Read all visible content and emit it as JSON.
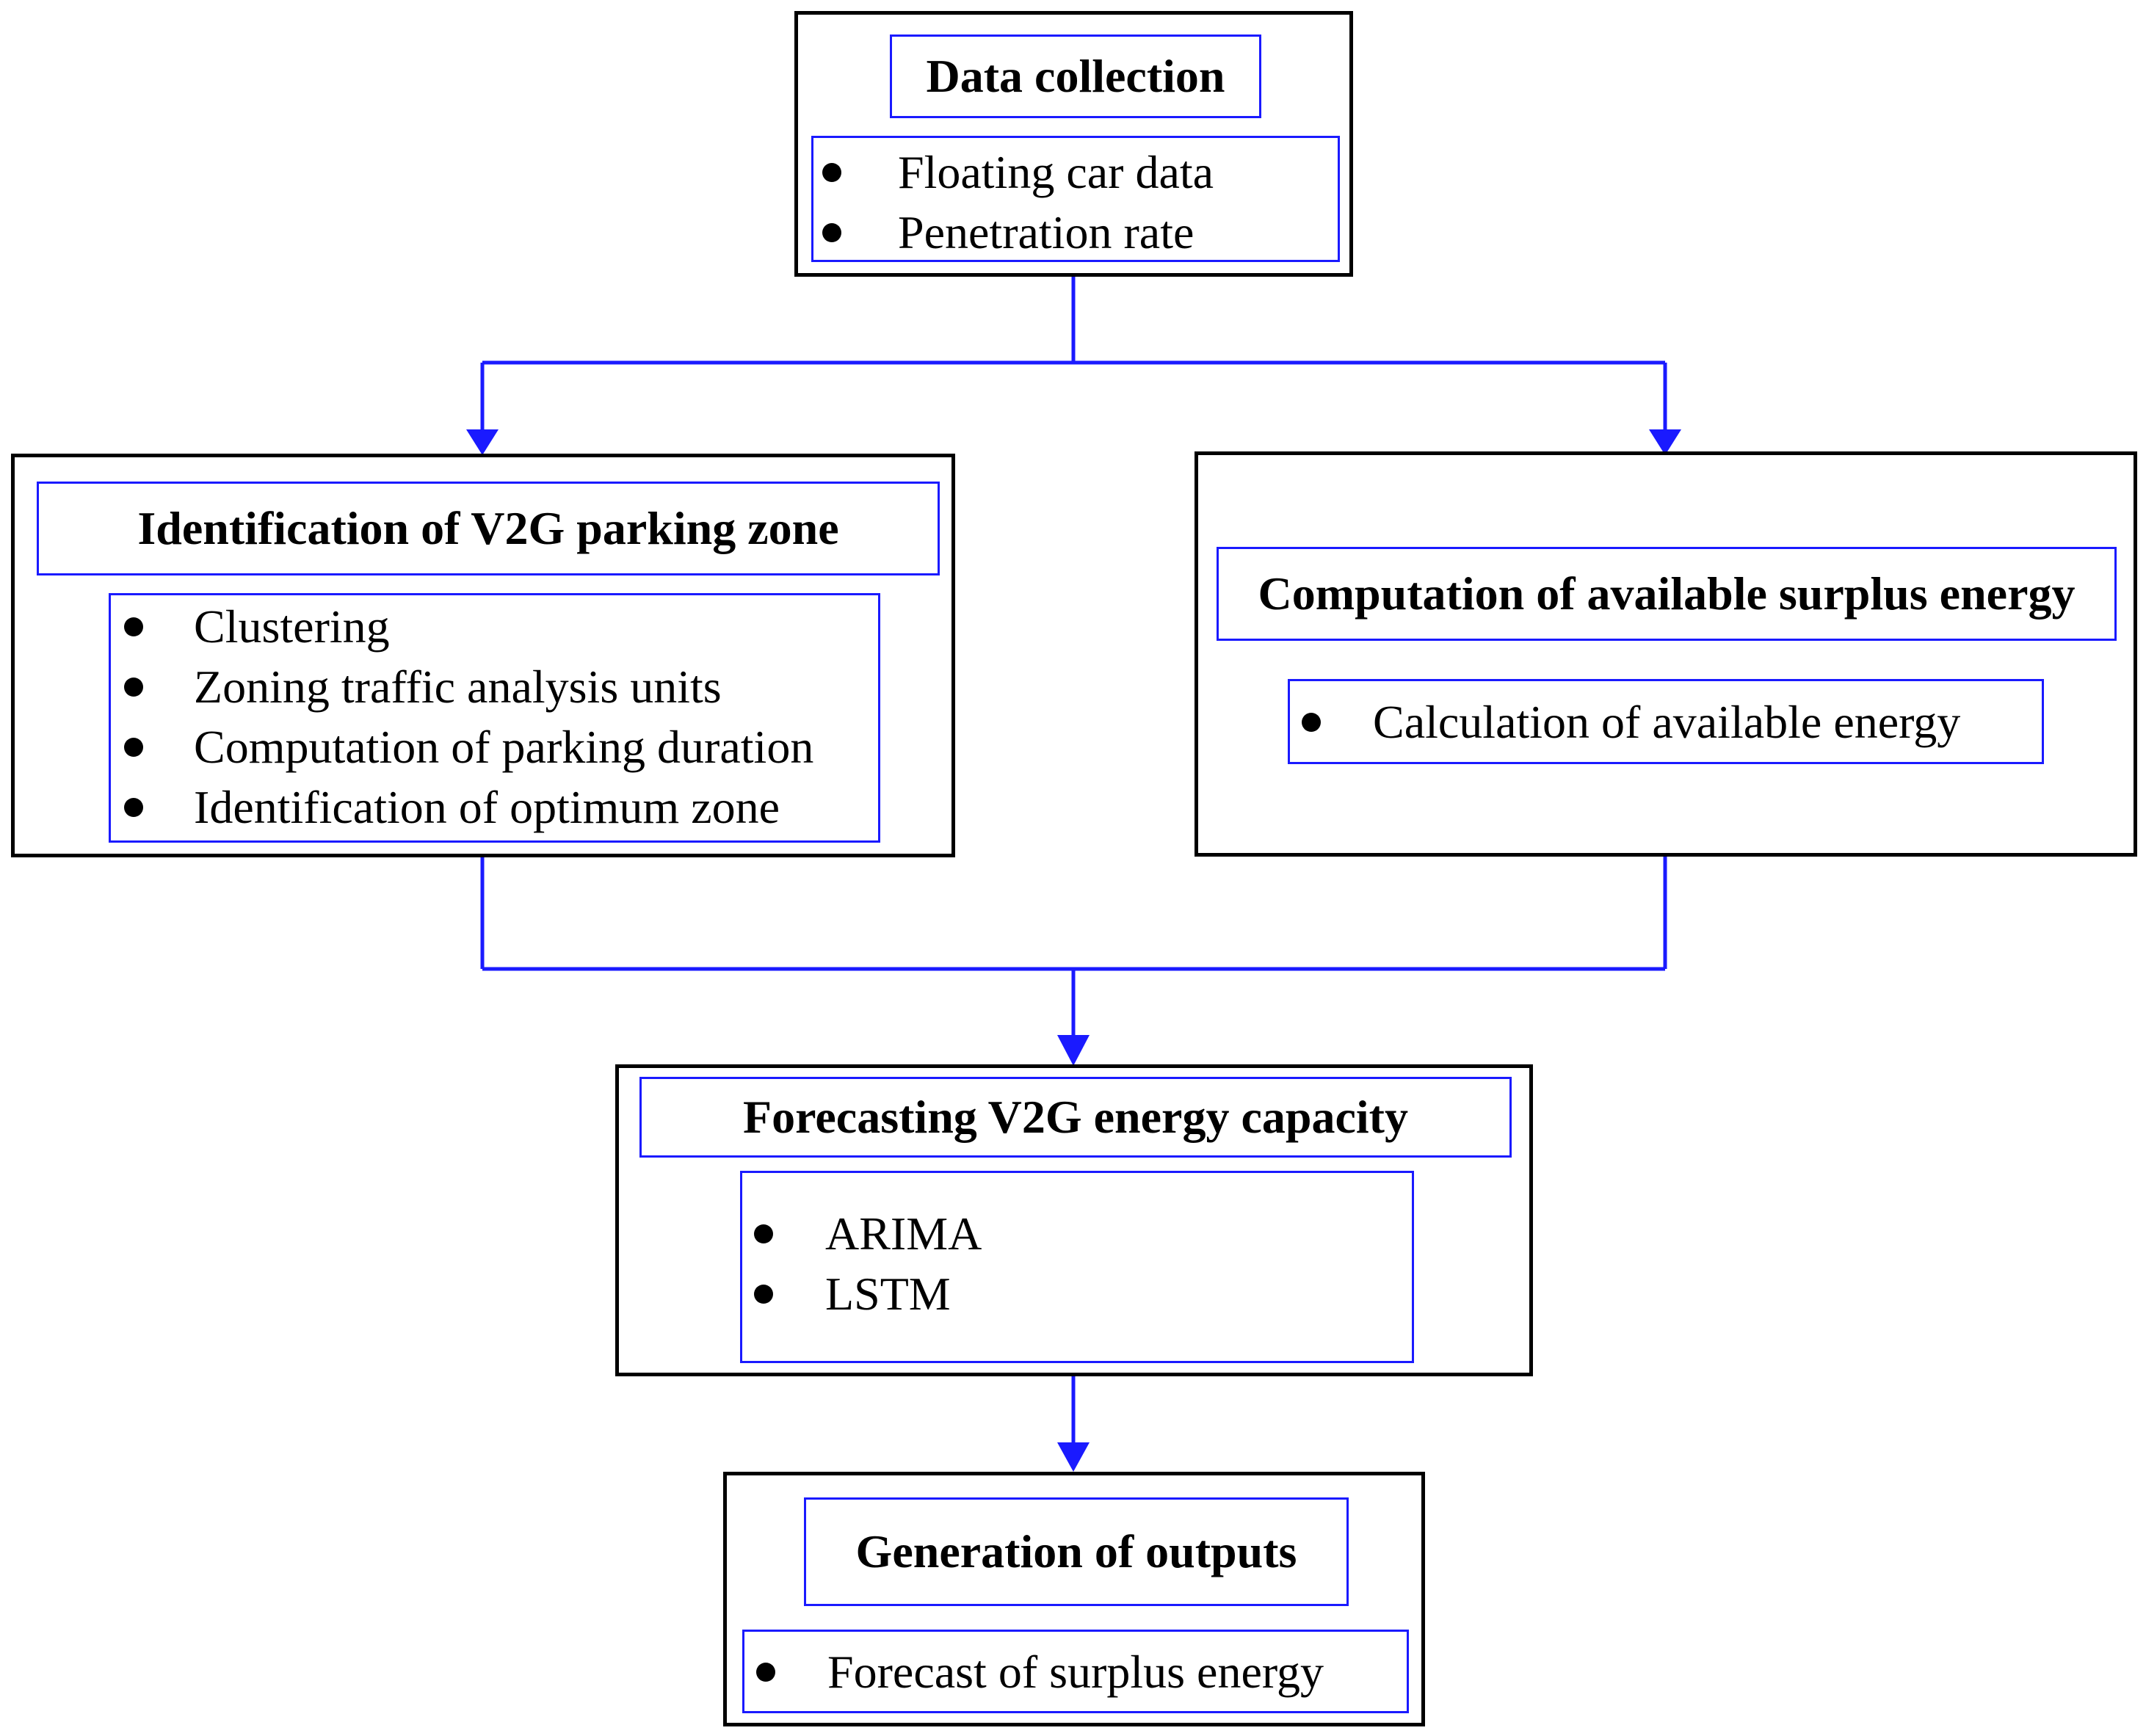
{
  "colors": {
    "box_border": "#000000",
    "inner_border": "#1a1aff",
    "connector": "#1a1aff"
  },
  "boxes": {
    "data_collection": {
      "title": "Data collection",
      "items": [
        "Floating car data",
        "Penetration rate"
      ]
    },
    "parking_zone": {
      "title": "Identification of V2G parking zone",
      "items": [
        "Clustering",
        "Zoning traffic analysis units",
        "Computation of parking duration",
        "Identification of optimum zone"
      ]
    },
    "surplus_energy": {
      "title": "Computation of available surplus energy",
      "items": [
        "Calculation of available energy"
      ]
    },
    "forecasting": {
      "title": "Forecasting V2G energy capacity",
      "items": [
        "ARIMA",
        "LSTM"
      ]
    },
    "outputs": {
      "title": "Generation of outputs",
      "items": [
        "Forecast of surplus energy"
      ]
    }
  }
}
